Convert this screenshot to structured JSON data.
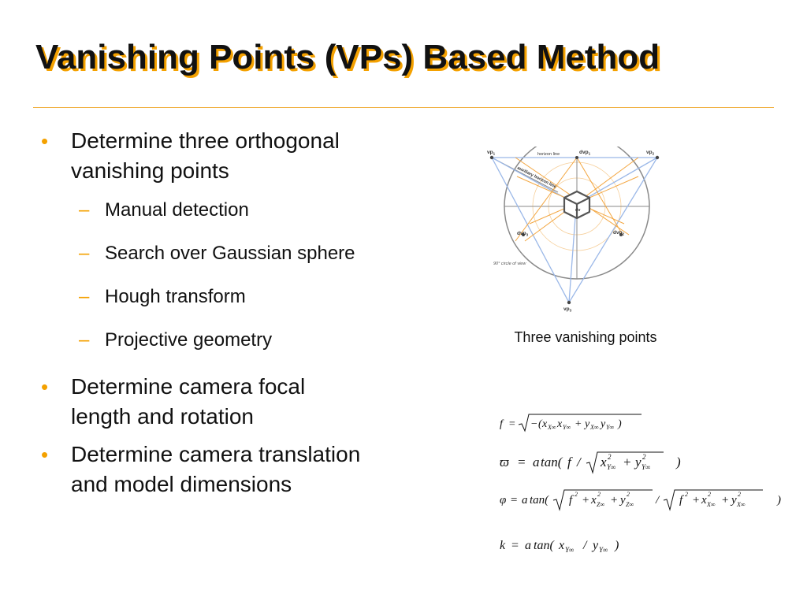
{
  "title": "Vanishing Points (VPs) Based Method",
  "bullets": [
    {
      "text": "Determine three orthogonal vanishing points",
      "line1": "Determine three orthogonal",
      "line2": "vanishing points",
      "sub": [
        "Manual detection",
        "Search over Gaussian sphere",
        "Hough transform",
        "Projective geometry"
      ]
    },
    {
      "line1": "Determine camera focal",
      "line2": "length and rotation"
    },
    {
      "line1": "Determine camera translation",
      "line2": "and model dimensions"
    }
  ],
  "diagram": {
    "labels": {
      "vp1": "vp",
      "vp1_sub": "1",
      "vp2": "vp",
      "vp2_sub": "2",
      "vp3": "vp",
      "vp3_sub": "3",
      "dvp1": "dvp",
      "dvp1_sub": "1",
      "dvp2": "dvp",
      "dvp2_sub": "2",
      "dvp3": "dvp",
      "dvp3_sub": "3",
      "horizon": "horizon line",
      "aux_horizon": "auxiliary horizon line",
      "dv": "dv",
      "circle": "90° circle of view"
    },
    "caption": "Three vanishing points"
  },
  "equations": {
    "eq1": "f = √(−(x_X∞ x_Y∞ + y_X∞ y_Y∞))",
    "eq2": "ϖ = a tan( f / √(x²_Y∞ + y²_Y∞) )",
    "eq3": "φ = a tan( √(f² + x²_Z∞ + y²_Z∞) / √(f² + x²_X∞ + y²_X∞) )",
    "eq4": "k = a tan( x_Y∞ / y_Y∞ )"
  },
  "colors": {
    "accent": "#f4a100",
    "diagram_blue": "#9bb8e8",
    "diagram_orange": "#f3a640",
    "diagram_gray": "#8a8a8a"
  }
}
